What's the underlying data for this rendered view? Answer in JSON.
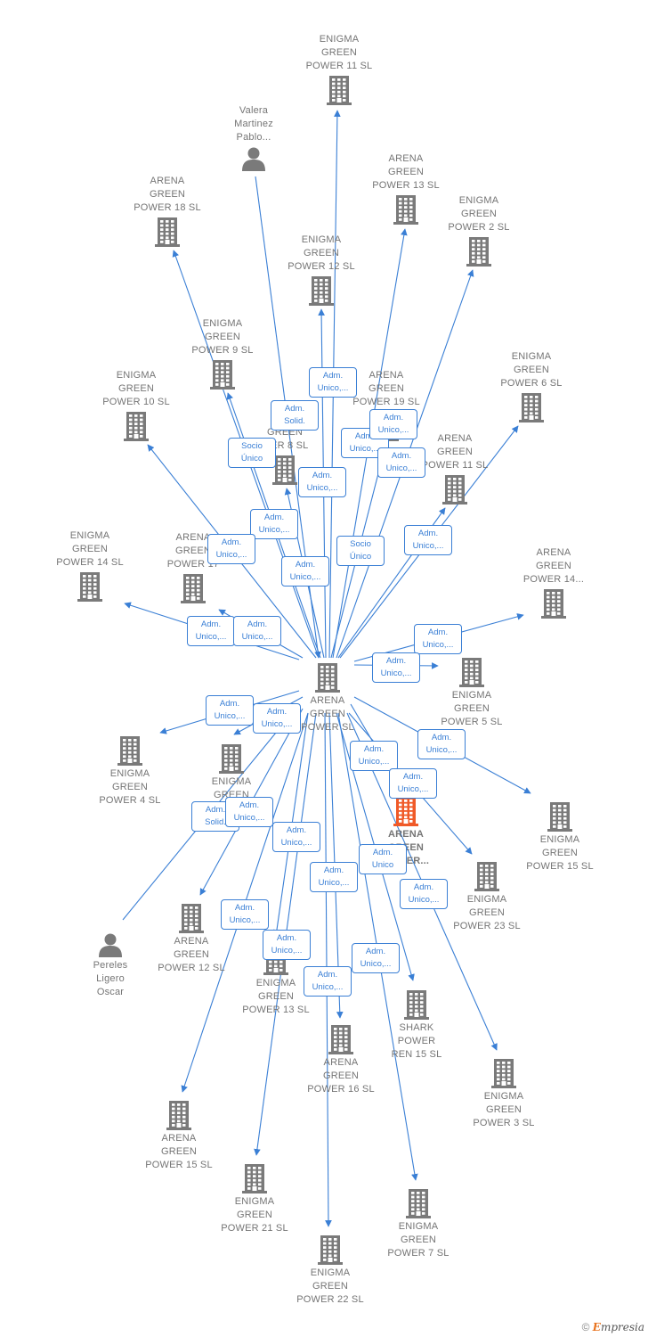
{
  "colors": {
    "edge": "#3a7fd5",
    "building": "#7a7a7a",
    "highlight": "#f05a28",
    "person": "#7a7a7a"
  },
  "nodes": [
    {
      "id": "main",
      "label": "ARENA\nGREEN\nPOWER  SL",
      "icon": "building-icon",
      "label_pos": "below",
      "style": "main"
    },
    {
      "id": "eg11",
      "label": "ENIGMA\nGREEN\nPOWER 11  SL",
      "icon": "building-icon",
      "label_pos": "above"
    },
    {
      "id": "valera",
      "label": "Valera\nMartinez\nPablo...",
      "icon": "person-icon",
      "label_pos": "above"
    },
    {
      "id": "ag13",
      "label": "ARENA\nGREEN\nPOWER 13  SL",
      "icon": "building-icon",
      "label_pos": "above"
    },
    {
      "id": "eg2",
      "label": "ENIGMA\nGREEN\nPOWER 2  SL",
      "icon": "building-icon",
      "label_pos": "above"
    },
    {
      "id": "ag18",
      "label": "ARENA\nGREEN\nPOWER 18  SL",
      "icon": "building-icon",
      "label_pos": "above"
    },
    {
      "id": "eg12",
      "label": "ENIGMA\nGREEN\nPOWER 12  SL",
      "icon": "building-icon",
      "label_pos": "above"
    },
    {
      "id": "eg9",
      "label": "ENIGMA\nGREEN\nPOWER 9  SL",
      "icon": "building-icon",
      "label_pos": "above"
    },
    {
      "id": "ag19",
      "label": "ARENA\nGREEN\nPOWER 19  SL",
      "icon": "building-icon",
      "label_pos": "above"
    },
    {
      "id": "eg6",
      "label": "ENIGMA\nGREEN\nPOWER 6  SL",
      "icon": "building-icon",
      "label_pos": "above"
    },
    {
      "id": "eg10",
      "label": "ENIGMA\nGREEN\nPOWER 10  SL",
      "icon": "building-icon",
      "label_pos": "above"
    },
    {
      "id": "eg8",
      "label": "E\nGREEN\nWER 8  SL",
      "icon": "building-icon",
      "label_pos": "above"
    },
    {
      "id": "ag11",
      "label": "ARENA\nGREEN\nPOWER 11  SL",
      "icon": "building-icon",
      "label_pos": "above"
    },
    {
      "id": "eg14",
      "label": "ENIGMA\nGREEN\nPOWER 14  SL",
      "icon": "building-icon",
      "label_pos": "above"
    },
    {
      "id": "ag17",
      "label": "ARENA\nGREEN\nPOWER 17",
      "icon": "building-icon",
      "label_pos": "above"
    },
    {
      "id": "ag14",
      "label": "ARENA\nGREEN\nPOWER 14...",
      "icon": "building-icon",
      "label_pos": "above"
    },
    {
      "id": "eg5",
      "label": "ENIGMA\nGREEN\nPOWER 5  SL",
      "icon": "building-icon",
      "label_pos": "below"
    },
    {
      "id": "eg4",
      "label": "ENIGMA\nGREEN\nPOWER 4  SL",
      "icon": "building-icon",
      "label_pos": "below"
    },
    {
      "id": "eg_mid",
      "label": "ENIGMA\nGREEN",
      "icon": "building-icon",
      "label_pos": "below"
    },
    {
      "id": "ag_hl",
      "label": "ARENA\nGREEN\nPOWER...",
      "icon": "building-icon",
      "label_pos": "below",
      "style": "hl"
    },
    {
      "id": "eg15",
      "label": "ENIGMA\nGREEN\nPOWER 15  SL",
      "icon": "building-icon",
      "label_pos": "below"
    },
    {
      "id": "eg23",
      "label": "ENIGMA\nGREEN\nPOWER 23  SL",
      "icon": "building-icon",
      "label_pos": "below"
    },
    {
      "id": "ag12",
      "label": "ARENA\nGREEN\nPOWER 12  SL",
      "icon": "building-icon",
      "label_pos": "below"
    },
    {
      "id": "pereles",
      "label": "Pereles\nLigero\nOscar",
      "icon": "person-icon",
      "label_pos": "below"
    },
    {
      "id": "eg13",
      "label": "ENIGMA\nGREEN\nPOWER 13  SL",
      "icon": "building-icon",
      "label_pos": "below"
    },
    {
      "id": "shark15",
      "label": "SHARK\nPOWER\nREN 15  SL",
      "icon": "building-icon",
      "label_pos": "below"
    },
    {
      "id": "ag16",
      "label": "ARENA\nGREEN\nPOWER 16  SL",
      "icon": "building-icon",
      "label_pos": "below"
    },
    {
      "id": "eg3",
      "label": "ENIGMA\nGREEN\nPOWER 3  SL",
      "icon": "building-icon",
      "label_pos": "below"
    },
    {
      "id": "ag15",
      "label": "ARENA\nGREEN\nPOWER 15  SL",
      "icon": "building-icon",
      "label_pos": "below"
    },
    {
      "id": "eg21",
      "label": "ENIGMA\nGREEN\nPOWER 21  SL",
      "icon": "building-icon",
      "label_pos": "below"
    },
    {
      "id": "eg7",
      "label": "ENIGMA\nGREEN\nPOWER 7  SL",
      "icon": "building-icon",
      "label_pos": "below"
    },
    {
      "id": "eg22",
      "label": "ENIGMA\nGREEN\nPOWER 22  SL",
      "icon": "building-icon",
      "label_pos": "below"
    }
  ],
  "edges": [
    {
      "from": "main",
      "to": "eg11",
      "label": "Adm.\nUnico,..."
    },
    {
      "from": "valera",
      "to": "main",
      "label": "Adm.\nSolid."
    },
    {
      "from": "main",
      "to": "ag13",
      "label": "Adm.\nUnico,..."
    },
    {
      "from": "main",
      "to": "eg2",
      "label": "Adm.\nUnico,..."
    },
    {
      "from": "main",
      "to": "ag18",
      "label": "Socio\nÚnico"
    },
    {
      "from": "main",
      "to": "eg12",
      "label": "Adm.\nUnico,..."
    },
    {
      "from": "main",
      "to": "eg9",
      "label": "Adm.\nUnico,..."
    },
    {
      "from": "main",
      "to": "ag19",
      "label": "Adm.\nUnico,..."
    },
    {
      "from": "main",
      "to": "eg6",
      "label": "Adm.\nUnico,..."
    },
    {
      "from": "main",
      "to": "eg10",
      "label": "Adm.\nUnico,..."
    },
    {
      "from": "main",
      "to": "eg8",
      "label": "Adm.\nUnico,..."
    },
    {
      "from": "main",
      "to": "ag11",
      "label": "Socio\nÚnico"
    },
    {
      "from": "main",
      "to": "eg14",
      "label": "Adm.\nUnico,..."
    },
    {
      "from": "main",
      "to": "ag17",
      "label": "Adm.\nUnico,..."
    },
    {
      "from": "main",
      "to": "ag14",
      "label": "Adm.\nUnico,..."
    },
    {
      "from": "main",
      "to": "eg5",
      "label": "Adm.\nUnico,..."
    },
    {
      "from": "main",
      "to": "eg4",
      "label": "Adm.\nUnico,..."
    },
    {
      "from": "main",
      "to": "eg_mid",
      "label": "Adm.\nUnico,..."
    },
    {
      "from": "main",
      "to": "ag_hl",
      "label": "Adm.\nUnico,..."
    },
    {
      "from": "main",
      "to": "eg15",
      "label": "Adm.\nUnico,..."
    },
    {
      "from": "main",
      "to": "eg23",
      "label": "Adm.\nUnico,..."
    },
    {
      "from": "pereles",
      "to": "main",
      "label": "Adm.\nSolid."
    },
    {
      "from": "main",
      "to": "ag12",
      "label": "Adm.\nUnico,..."
    },
    {
      "from": "main",
      "to": "eg13",
      "label": "Adm.\nUnico,..."
    },
    {
      "from": "main",
      "to": "shark15",
      "label": "Adm.\nUnico"
    },
    {
      "from": "main",
      "to": "ag16",
      "label": "Adm.\nUnico,..."
    },
    {
      "from": "main",
      "to": "eg3",
      "label": "Adm.\nUnico,..."
    },
    {
      "from": "main",
      "to": "ag15",
      "label": "Adm.\nUnico,..."
    },
    {
      "from": "main",
      "to": "eg21",
      "label": "Adm.\nUnico,..."
    },
    {
      "from": "main",
      "to": "eg7",
      "label": "Adm.\nUnico,..."
    },
    {
      "from": "main",
      "to": "eg22",
      "label": "Adm.\nUnico,..."
    }
  ],
  "footer": {
    "copyright": "©",
    "brand_initial": "E",
    "brand_rest": "mpresia"
  }
}
